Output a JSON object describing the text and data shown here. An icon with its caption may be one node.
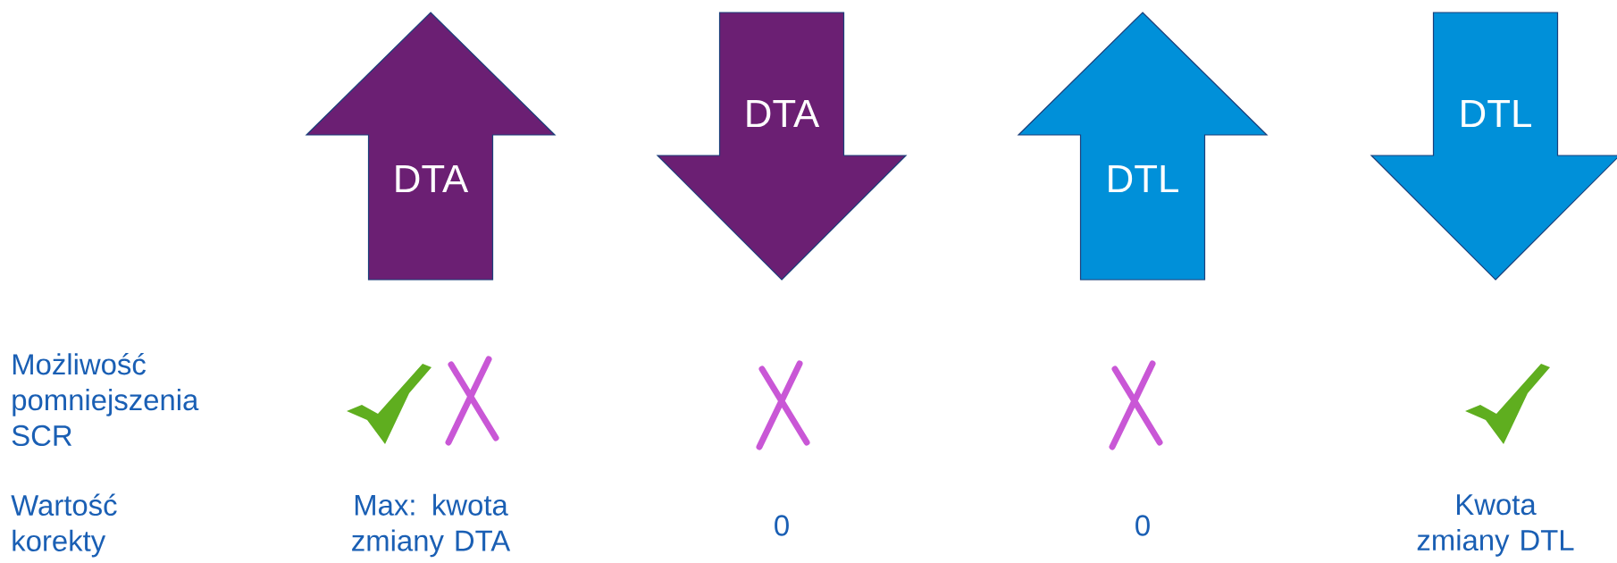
{
  "diagram": {
    "nodes": [
      {
        "text": [
          "DTA"
        ]
      },
      {
        "text": [
          "DTA"
        ]
      },
      {
        "text": [
          "DTL"
        ]
      },
      {
        "text": [
          "DTL"
        ]
      }
    ],
    "labels": [
      "Możliwość pomniejszenia SCR",
      "Wartość korekty",
      "Max: kwota zmiany DTA",
      "0",
      "0",
      "Kwota zmiany DTL"
    ]
  }
}
